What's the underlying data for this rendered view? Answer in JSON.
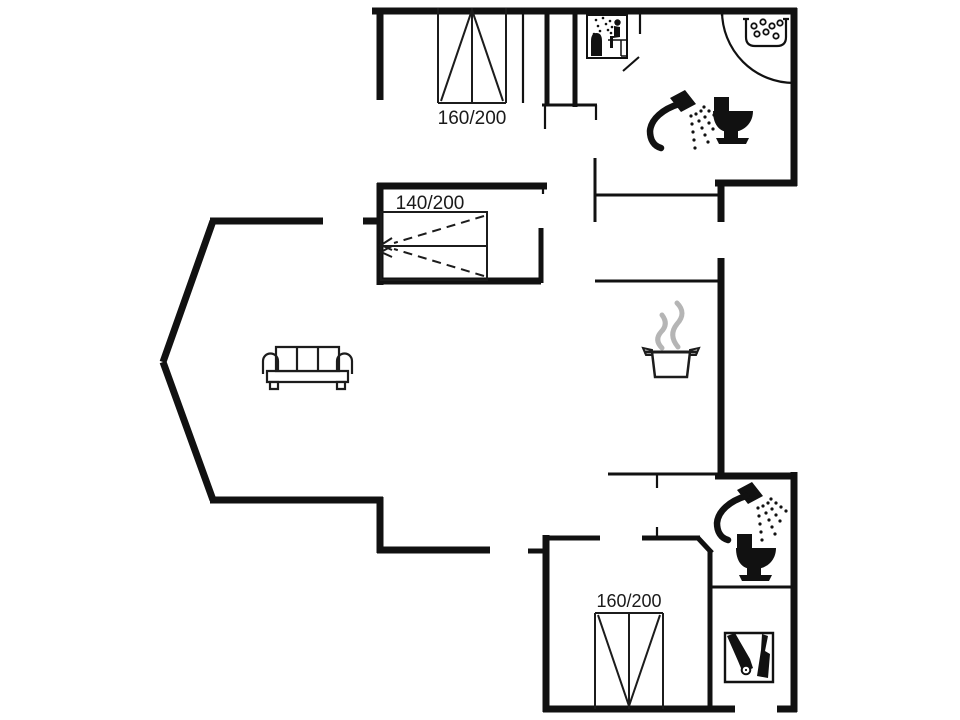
{
  "title": "vacation-house-floor-plan",
  "colors": {
    "background": "#ffffff",
    "wall": "#111111",
    "furniture": "#1c1c1c",
    "icon_fill": "#111111",
    "steam": "#b5b5b5"
  },
  "labels": {
    "bed_top": "160/200",
    "bed_middle": "140/200",
    "bed_bottom": "160/200"
  },
  "icons": {
    "sauna": "sauna-icon",
    "whirlpool": "whirlpool-icon",
    "shower_top": "shower-icon",
    "toilet_top": "toilet-icon",
    "cooking_pot": "cooking-pot-icon",
    "sofa": "sofa-icon",
    "shower_bottom": "shower-icon",
    "toilet_bottom": "toilet-icon",
    "cleaning": "cleaning-equipment-icon"
  }
}
